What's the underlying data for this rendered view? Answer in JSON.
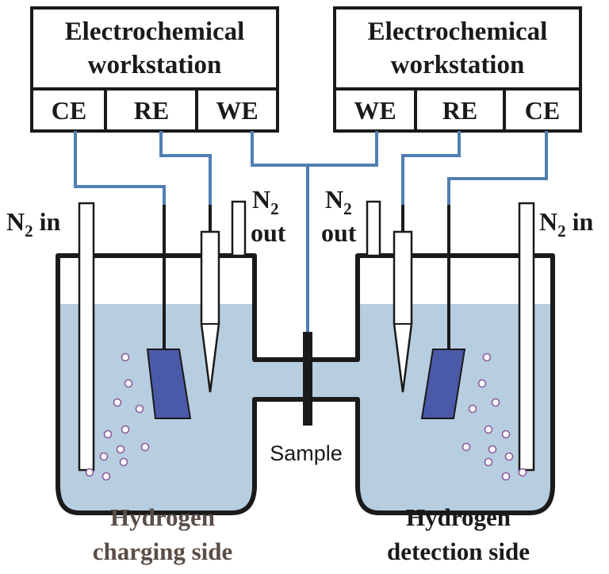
{
  "left_station": {
    "title_line1": "Electrochemical",
    "title_line2": "workstation",
    "ports": [
      "CE",
      "RE",
      "WE"
    ]
  },
  "right_station": {
    "title_line1": "Electrochemical",
    "title_line2": "workstation",
    "ports": [
      "WE",
      "RE",
      "CE"
    ]
  },
  "gas_labels": {
    "left_in_n": "N",
    "left_in_sub": "2",
    "left_in_suffix": " in",
    "left_out_n": "N",
    "left_out_sub": "2",
    "left_out_word": "out",
    "right_out_n": "N",
    "right_out_sub": "2",
    "right_out_word": "out",
    "right_in_n": "N",
    "right_in_sub": "2",
    "right_in_suffix": " in"
  },
  "sample_label": "Sample",
  "left_cell_caption": [
    "Hydrogen",
    "charging side"
  ],
  "right_cell_caption": [
    "Hydrogen",
    "detection side"
  ],
  "colors": {
    "outline": "#1a1a1a",
    "wire": "#4f7fb3",
    "electrolyte": "#b7cde0",
    "electrode": "#4a5aa8",
    "bubble_stroke": "#8b5b9b",
    "caption": "#5a4e46"
  }
}
